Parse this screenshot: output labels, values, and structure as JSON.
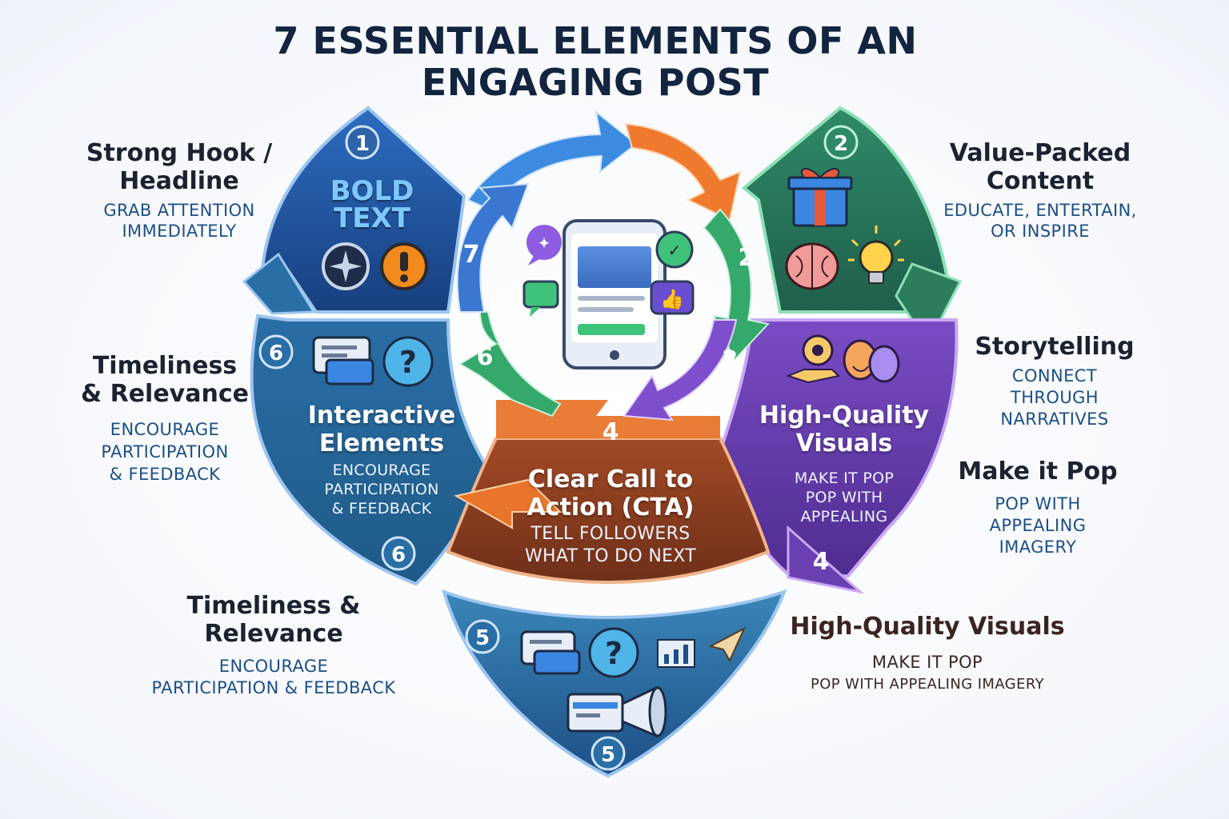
{
  "title": {
    "line1": "7 ESSENTIAL ELEMENTS OF AN",
    "line2": "ENGAGING POST"
  },
  "colors": {
    "blue_dark": "#1f4f94",
    "teal": "#2c6f9a",
    "green": "#2a7a5d",
    "purple": "#6a3fb0",
    "orange": "#e8752b",
    "brown": "#8b3f22",
    "text_dark": "#1b2230",
    "text_blue": "#1d4f86"
  },
  "badges": {
    "b1": "1",
    "b2_top": "2",
    "b2_ring": "2",
    "b3": "3",
    "b4_ring": "4",
    "b4_bottom": "4",
    "b5_top": "5",
    "b5_bottom": "5",
    "b6_left": "6",
    "b6_ring": "6",
    "b6_bottom": "6",
    "b7": "7"
  },
  "panel1": {
    "bold_line1": "BOLD",
    "bold_line2": "TEXT"
  },
  "panel_interactive": {
    "title_line1": "Interactive",
    "title_line2": "Elements",
    "sub_line1": "ENCOURAGE",
    "sub_line2": "PARTICIPATION",
    "sub_line3": "& FEEDBACK"
  },
  "panel_visuals": {
    "title_line1": "High-Quality",
    "title_line2": "Visuals",
    "sub_line1": "MAKE IT POP",
    "sub_line2": "POP WITH",
    "sub_line3": "APPEALING"
  },
  "panel_cta": {
    "title_line1": "Clear Call to",
    "title_line2": "Action (CTA)",
    "sub_line1": "TELL FOLLOWERS",
    "sub_line2": "WHAT TO DO NEXT"
  },
  "labels": {
    "hook": {
      "title_line1": "Strong Hook /",
      "title_line2": "Headline",
      "sub_line1": "GRAB ATTENTION",
      "sub_line2": "IMMEDIATELY"
    },
    "value": {
      "title_line1": "Value-Packed",
      "title_line2": "Content",
      "sub_line1": "EDUCATE, ENTERTAIN,",
      "sub_line2": "OR INSPIRE"
    },
    "timeliness_left": {
      "title_line1": "Timeliness",
      "title_line2": "& Relevance",
      "sub_line1": "ENCOURAGE",
      "sub_line2": "PARTICIPATION",
      "sub_line3": "& FEEDBACK"
    },
    "storytelling": {
      "title": "Storytelling",
      "sub_line1": "CONNECT",
      "sub_line2": "THROUGH",
      "sub_line3": "NARRATIVES"
    },
    "make_pop": {
      "title": "Make it Pop",
      "sub_line1": "POP WITH",
      "sub_line2": "APPEALING",
      "sub_line3": "IMAGERY"
    },
    "timeliness_bottom": {
      "title": "Timeliness & Relevance",
      "sub_line1": "ENCOURAGE",
      "sub_line2": "PARTICIPATION & FEEDBACK"
    },
    "visuals_bottom": {
      "title": "High-Quality Visuals",
      "sub_line1": "MAKE IT POP",
      "sub_line2": "POP WITH APPEALING IMAGERY"
    }
  },
  "icons": [
    "compass-icon",
    "exclamation-icon",
    "gift-icon",
    "brain-icon",
    "lightbulb-icon",
    "eye-hand-icon",
    "theater-masks-icon",
    "chat-bubbles-icon",
    "question-icon",
    "bar-chart-icon",
    "paper-plane-icon",
    "megaphone-icon",
    "smartphone-icon",
    "thumbs-up-icon"
  ]
}
